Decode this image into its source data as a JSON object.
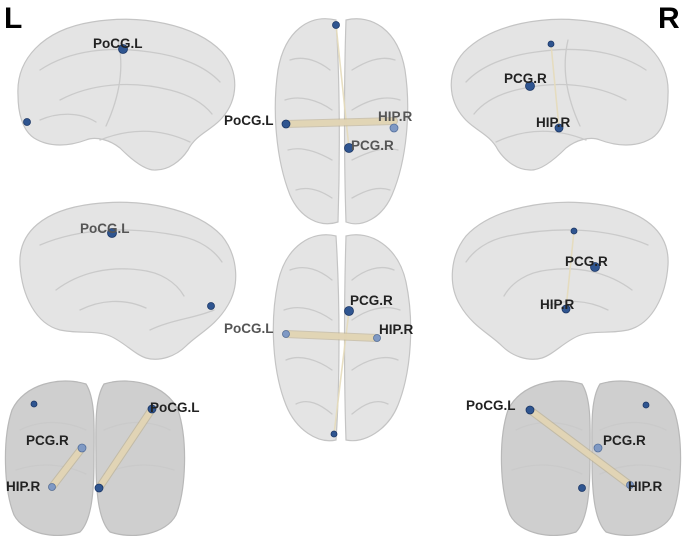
{
  "side_labels": {
    "left": "L",
    "right": "R"
  },
  "node_labels": {
    "pocg_l": "PoCG.L",
    "pcg_r": "PCG.R",
    "hip_r": "HIP.R"
  },
  "colors": {
    "node": "#2f5590",
    "edge": "#e3d6b6",
    "brain": "#e4e4e4"
  }
}
